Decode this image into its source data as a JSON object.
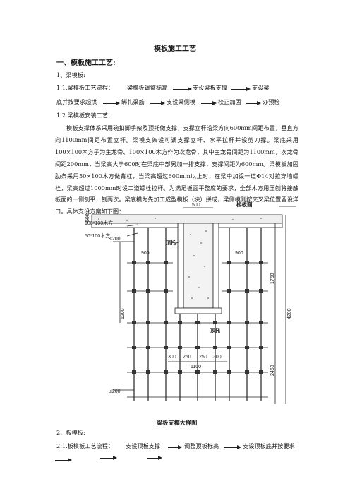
{
  "doc": {
    "title": "模板施工工艺",
    "section1": "一、模板施工工艺:",
    "beam_heading": "1、梁模板:",
    "beam_flow": {
      "prefix": "1.1.梁模板工艺流程：",
      "steps1": [
        "梁模板调整标高",
        "支设梁板支撑",
        "支设梁"
      ],
      "steps2": [
        "底并按要求起拱",
        "绑扎梁筋",
        "支设梁侧模",
        "校正加固",
        "办预检"
      ]
    },
    "beam_install_heading": "1.2.梁模板安装工艺：",
    "paragraph": "模板支撑体系采用碗扣脚手架及顶托做支撑，支撑立杆沿梁方向600mm间距布置，垂直方向1100mm间距布置立杆。梁模支架设可调支撑立杆、水平拉杆并设剪刀撑。梁底采用100×100木方子为主龙骨、100×100木方作为次龙骨，其中主龙骨间距为1100mm，次龙骨间距200mm，当梁高大于600时在梁底中部另加一排支撑，支撑间距为600mm。梁模板加固肋条采用50×100木方做背杠，当梁高超过600mm以上时，在梁中加设一道Φ14对拉穿墙螺栓，梁高超过1000mm时设二道螺栓拉杆。为满足板面平整度的要求，全部木方用压刨将接触板面的一侧刨平，刨两次。梁底模为先加工成型模板（块）拼成，梁侧模则按交叉梁位置留设洋口。具体支设方案如下图：",
    "figure": {
      "caption": "梁板支模大样图",
      "labels": {
        "dim_500_top": "500",
        "dim_500_left": "500",
        "slab_face": "楼板面",
        "main_joist": "100*100木方",
        "secondary": "50*100木方",
        "le200_top": "≤200",
        "top_support1": "顶托",
        "top_support2": "顶托",
        "dim_900_left": "900",
        "dim_900_right": "900",
        "dim_1200": "1200",
        "dim_1750": "1750",
        "dim_4200": "4200",
        "dim_2450": "2450",
        "bottom_dims": [
          "300",
          "250",
          "250",
          "300"
        ],
        "dim_1100": "1100",
        "le200_bottom": "≤200"
      }
    },
    "slab_heading": "2、板模板:",
    "slab_flow": {
      "prefix": "2.1.板模板工艺流程：",
      "steps": [
        "支设顶板支撑",
        "调整顶板标高",
        "支设顶板底并按要求"
      ]
    }
  }
}
